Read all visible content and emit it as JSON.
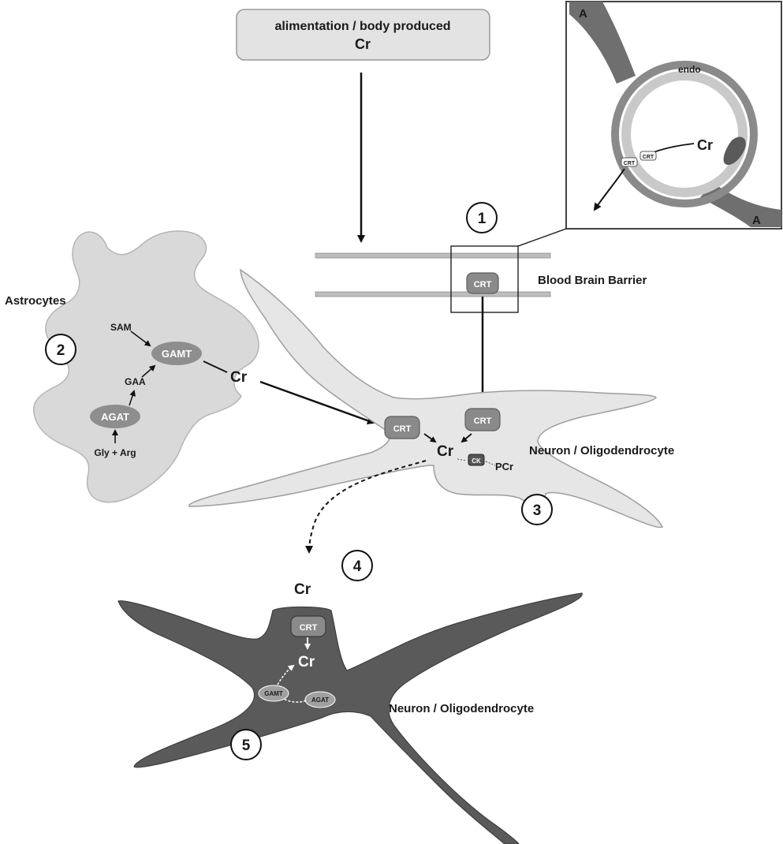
{
  "source_box": {
    "line1": "alimentation /  body produced",
    "line2": "Cr"
  },
  "numbers": {
    "n1": "1",
    "n2": "2",
    "n3": "3",
    "n4": "4",
    "n5": "5"
  },
  "inset": {
    "a_top": "A",
    "a_bottom": "A",
    "endo": "endo",
    "cr": "Cr",
    "crt1": "CRT",
    "crt2": "CRT"
  },
  "bbb": {
    "label": "Blood Brain Barrier",
    "crt": "CRT"
  },
  "astrocyte": {
    "title": "Astrocytes",
    "sam": "SAM",
    "gamt": "GAMT",
    "gaa": "GAA",
    "agat": "AGAT",
    "gly_arg": "Gly + Arg",
    "cr": "Cr"
  },
  "neuron_upper": {
    "crt_left": "CRT",
    "crt_right": "CRT",
    "cr": "Cr",
    "ck": "CK",
    "pcr": "PCr",
    "label": "Neuron / Oligodendrocyte"
  },
  "transfer": {
    "cr": "Cr"
  },
  "neuron_lower": {
    "crt": "CRT",
    "cr": "Cr",
    "gamt": "GAMT",
    "agat": "AGAT",
    "label": "Neuron / Oligodendrocyte"
  }
}
